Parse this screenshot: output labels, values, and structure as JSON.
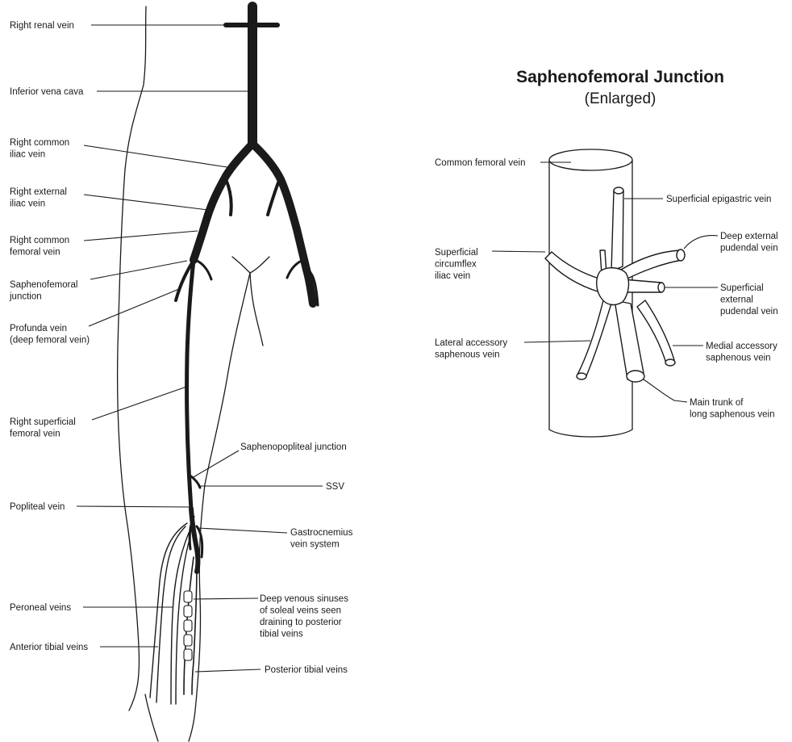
{
  "leg_labels": {
    "right_renal_vein": [
      "Right renal vein"
    ],
    "inferior_vena_cava": [
      "Inferior vena cava"
    ],
    "right_common_iliac_vein": [
      "Right common",
      "iliac vein"
    ],
    "right_external_iliac_vein": [
      "Right external",
      "iliac vein"
    ],
    "right_common_femoral_vein": [
      "Right common",
      "femoral vein"
    ],
    "saphenofemoral_junction": [
      "Saphenofemoral",
      "junction"
    ],
    "profunda_vein": [
      "Profunda vein",
      "(deep femoral vein)"
    ],
    "right_superficial_femoral_vein": [
      "Right superficial",
      "femoral vein"
    ],
    "saphenopopliteal_junction": [
      "Saphenopopliteal junction"
    ],
    "ssv": [
      "SSV"
    ],
    "popliteal_vein": [
      "Popliteal vein"
    ],
    "gastrocnemius_vein_system": [
      "Gastrocnemius",
      "vein system"
    ],
    "peroneal_veins": [
      "Peroneal veins"
    ],
    "deep_venous_sinuses": [
      "Deep venous sinuses",
      "of soleal veins seen",
      "draining to posterior",
      "tibial veins"
    ],
    "anterior_tibial_veins": [
      "Anterior tibial veins"
    ],
    "posterior_tibial_veins": [
      "Posterior tibial veins"
    ]
  },
  "inset": {
    "title": "Saphenofemoral Junction",
    "subtitle": "(Enlarged)",
    "labels": {
      "common_femoral_vein": [
        "Common femoral vein"
      ],
      "superficial_epigastric_vein": [
        "Superficial epigastric vein"
      ],
      "deep_external_pudendal_vein": [
        "Deep external",
        "pudendal vein"
      ],
      "superficial_circumflex_iliac_vein": [
        "Superficial",
        "circumflex",
        "iliac vein"
      ],
      "superficial_external_pudendal_vein": [
        "Superficial",
        "external",
        "pudendal vein"
      ],
      "lateral_accessory_saphenous_vein": [
        "Lateral accessory",
        "saphenous vein"
      ],
      "medial_accessory_saphenous_vein": [
        "Medial accessory",
        "saphenous vein"
      ],
      "main_trunk_long_saphenous_vein": [
        "Main trunk of",
        "long saphenous vein"
      ]
    }
  },
  "colors": {
    "ink": "#1a1a1a",
    "background": "#ffffff"
  }
}
